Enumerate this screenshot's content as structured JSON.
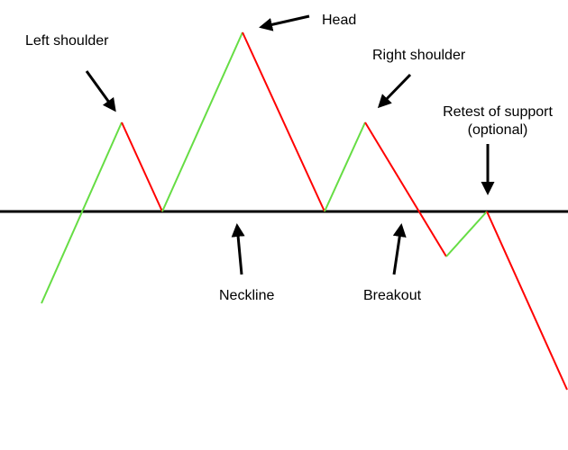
{
  "labels": {
    "left_shoulder": "Left shoulder",
    "head": "Head",
    "right_shoulder": "Right shoulder",
    "retest_line1": "Retest of support",
    "retest_line2": "(optional)",
    "neckline": "Neckline",
    "breakout": "Breakout"
  },
  "colors": {
    "rise": "#66dd44",
    "fall": "#ff0000",
    "neckline": "#000000",
    "arrow": "#000000",
    "background": "#ffffff"
  }
}
